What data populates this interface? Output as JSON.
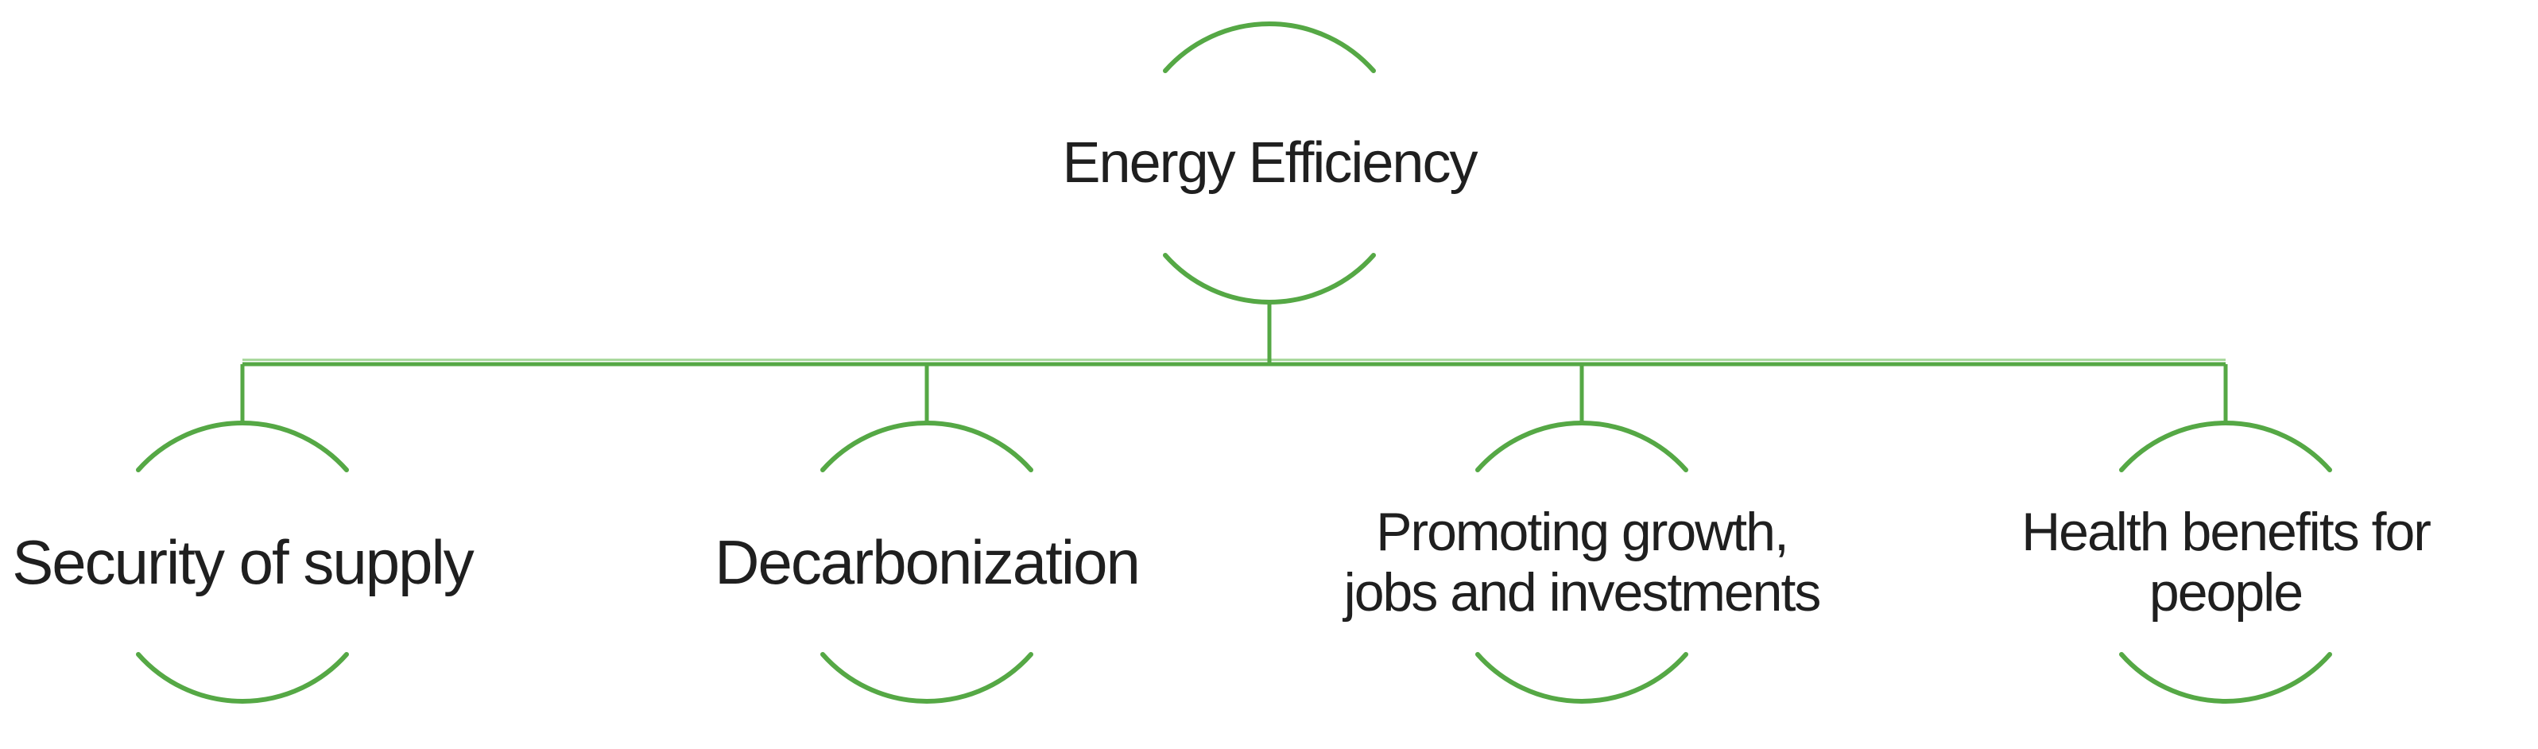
{
  "diagram": {
    "colors": {
      "accent_green": "#55a845",
      "text": "#1f1f1f",
      "background": "#ffffff"
    },
    "root": {
      "id": "energy-efficiency",
      "lines": [
        "Energy Efficiency",
        ""
      ]
    },
    "children": [
      {
        "id": "security-of-supply",
        "lines": [
          "Security of supply",
          ""
        ]
      },
      {
        "id": "decarbonization",
        "lines": [
          "Decarbonization",
          ""
        ]
      },
      {
        "id": "promoting-growth",
        "lines": [
          "Promoting growth,",
          "jobs and investments"
        ]
      },
      {
        "id": "health-benefits",
        "lines": [
          "Health benefits for",
          "people"
        ]
      }
    ]
  }
}
